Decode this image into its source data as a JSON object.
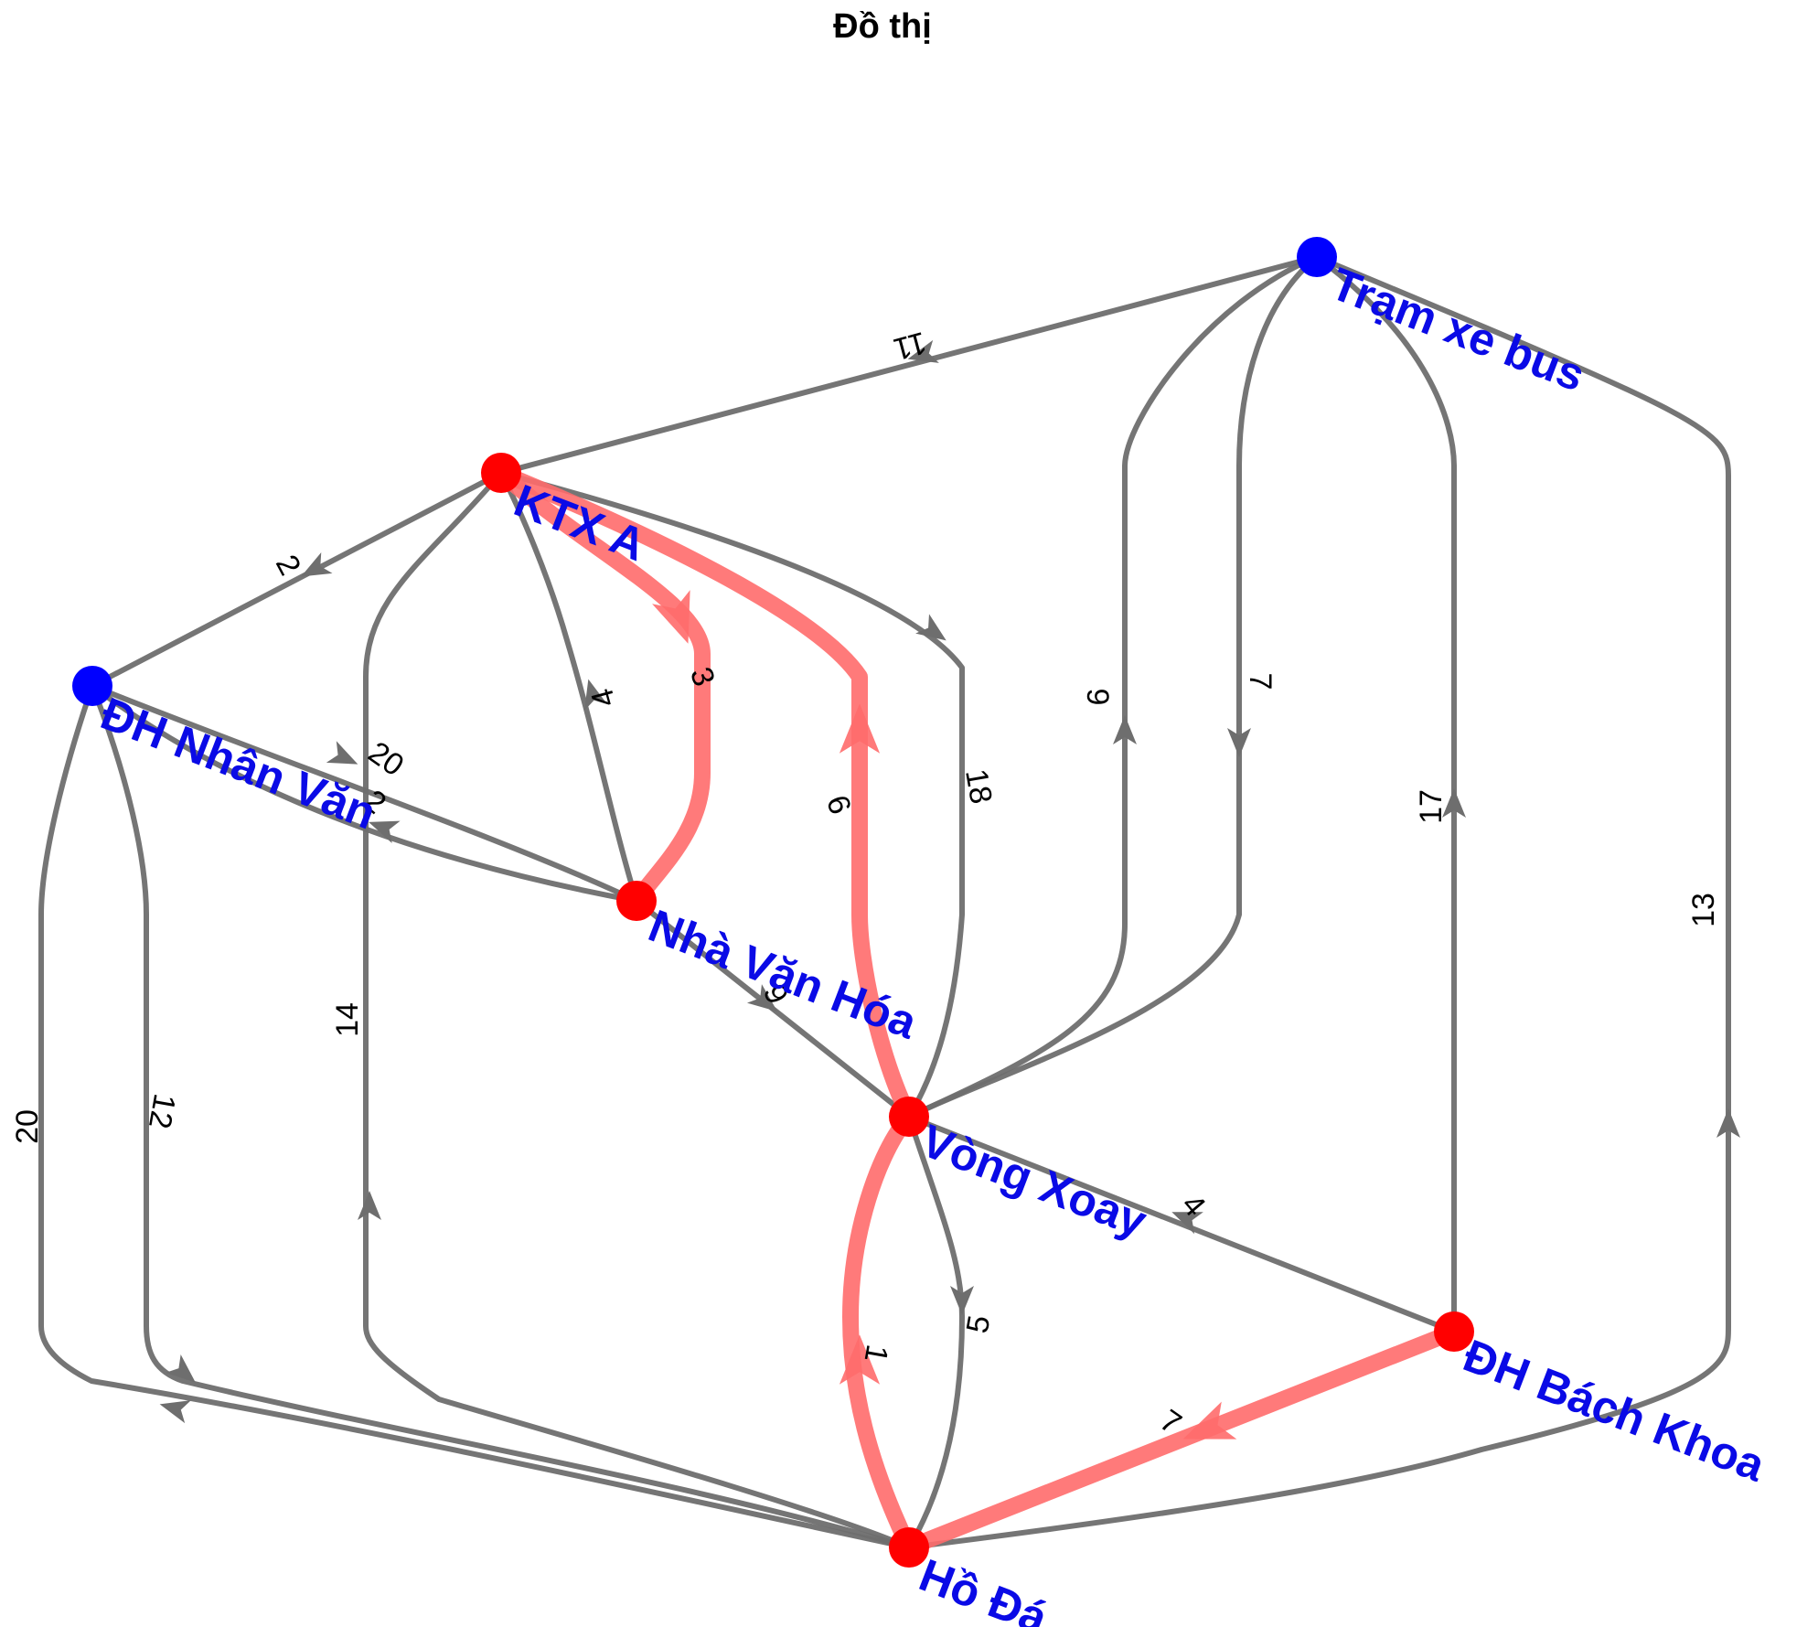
{
  "title": "Đồ thị",
  "colors": {
    "edge": "#6e6e6e",
    "highlight": "#ff6b6b",
    "node_red": "#ff0000",
    "node_blue": "#0000ff",
    "label": "#0a0ae6"
  },
  "nodes": [
    {
      "id": "tram-xe-bus",
      "label": "Trạm xe bus",
      "color": "blue"
    },
    {
      "id": "ktx-a",
      "label": "KTX A",
      "color": "red"
    },
    {
      "id": "dh-nhan-van",
      "label": "ĐH Nhân Văn",
      "color": "blue"
    },
    {
      "id": "nha-van-hoa",
      "label": "Nhà Văn Hóa",
      "color": "red"
    },
    {
      "id": "vong-xoay",
      "label": "Vòng Xoay",
      "color": "red"
    },
    {
      "id": "dh-bach-khoa",
      "label": "ĐH Bách Khoa",
      "color": "red"
    },
    {
      "id": "ho-da",
      "label": "Hồ Đá",
      "color": "red"
    }
  ],
  "edges": [
    {
      "from": "tram-xe-bus",
      "to": "ktx-a",
      "weight": "11",
      "highlight": false
    },
    {
      "from": "ktx-a",
      "to": "dh-nhan-van",
      "weight": "2",
      "highlight": false
    },
    {
      "from": "ktx-a",
      "to": "nha-van-hoa",
      "weight": "3",
      "highlight": true
    },
    {
      "from": "nha-van-hoa",
      "to": "ktx-a",
      "weight": "4",
      "highlight": false
    },
    {
      "from": "vong-xoay",
      "to": "ktx-a",
      "weight": "6",
      "highlight": true
    },
    {
      "from": "ktx-a",
      "to": "vong-xoay",
      "weight": "18",
      "highlight": false
    },
    {
      "from": "ho-da",
      "to": "ktx-a",
      "weight": "14",
      "highlight": false
    },
    {
      "from": "vong-xoay",
      "to": "tram-xe-bus",
      "weight": "9",
      "highlight": false
    },
    {
      "from": "tram-xe-bus",
      "to": "vong-xoay",
      "weight": "7",
      "highlight": false
    },
    {
      "from": "dh-bach-khoa",
      "to": "tram-xe-bus",
      "weight": "17",
      "highlight": false
    },
    {
      "from": "ho-da",
      "to": "tram-xe-bus",
      "weight": "13",
      "highlight": false
    },
    {
      "from": "dh-nhan-van",
      "to": "nha-van-hoa",
      "weight": "20",
      "highlight": false
    },
    {
      "from": "nha-van-hoa",
      "to": "dh-nhan-van",
      "weight": "2",
      "highlight": false
    },
    {
      "from": "nha-van-hoa",
      "to": "vong-xoay",
      "weight": "9",
      "highlight": false
    },
    {
      "from": "vong-xoay",
      "to": "ho-da",
      "weight": "5",
      "highlight": false
    },
    {
      "from": "ho-da",
      "to": "vong-xoay",
      "weight": "1",
      "highlight": true
    },
    {
      "from": "vong-xoay",
      "to": "dh-bach-khoa",
      "weight": "4",
      "highlight": false
    },
    {
      "from": "dh-bach-khoa",
      "to": "ho-da",
      "weight": "7",
      "highlight": true
    },
    {
      "from": "dh-nhan-van",
      "to": "ho-da",
      "weight": "12",
      "highlight": false
    },
    {
      "from": "ho-da",
      "to": "dh-nhan-van",
      "weight": "20",
      "highlight": false
    }
  ]
}
